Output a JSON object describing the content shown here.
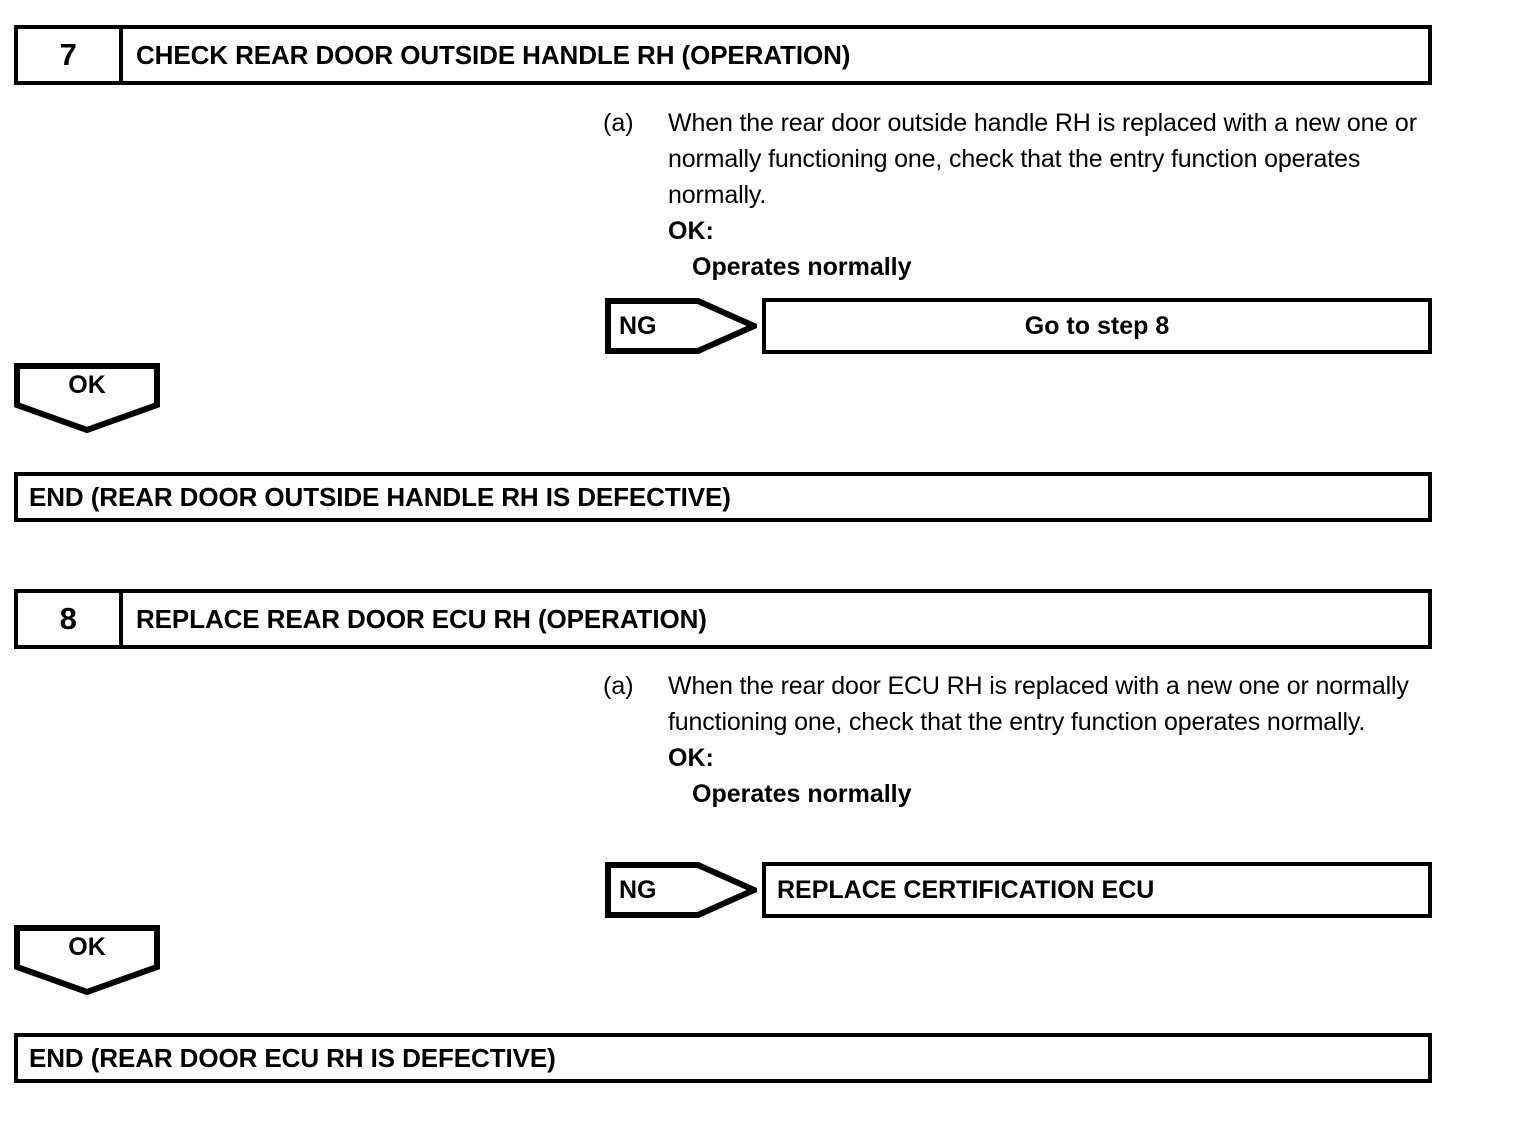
{
  "document": {
    "type": "diagnostic-troubleshooting-flowchart"
  },
  "steps": [
    {
      "number": "7",
      "title": "CHECK REAR DOOR OUTSIDE HANDLE RH (OPERATION)",
      "procedure": {
        "marker": "(a)",
        "text": "When the rear door outside handle RH is replaced with a new one or normally functioning one, check that the entry function operates normally.",
        "ok_label": "OK:",
        "ok_value": "Operates normally"
      },
      "branch_ng": {
        "tag": "NG",
        "result": "Go to step 8",
        "align": "center"
      },
      "branch_ok": {
        "tag": "OK",
        "result": "END (REAR DOOR OUTSIDE HANDLE RH IS DEFECTIVE)"
      }
    },
    {
      "number": "8",
      "title": "REPLACE REAR DOOR ECU RH (OPERATION)",
      "procedure": {
        "marker": "(a)",
        "text": "When the rear door ECU RH is replaced with a new one or normally functioning one, check that the entry function operates normally.",
        "ok_label": "OK:",
        "ok_value": "Operates normally"
      },
      "branch_ng": {
        "tag": "NG",
        "result": "REPLACE CERTIFICATION ECU",
        "align": "left"
      },
      "branch_ok": {
        "tag": "OK",
        "result": "END (REAR DOOR ECU RH IS DEFECTIVE)"
      }
    }
  ],
  "colors": {
    "line": "#000000",
    "background": "#ffffff"
  }
}
